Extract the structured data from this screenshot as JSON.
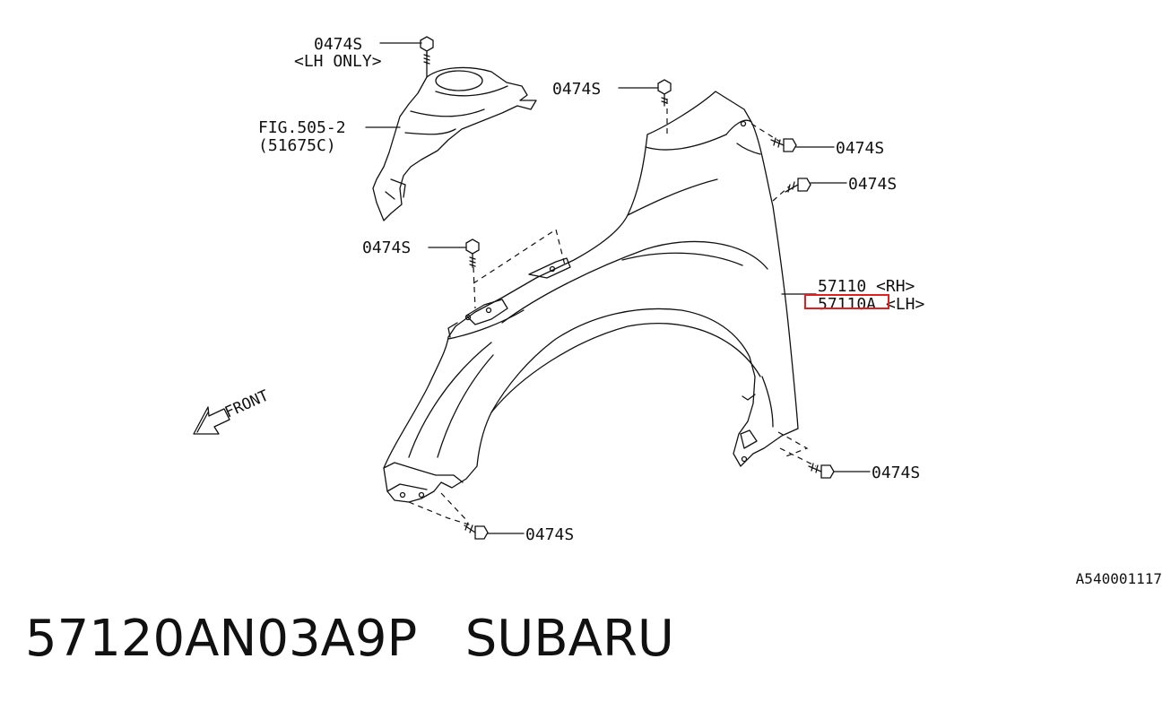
{
  "diagram": {
    "callouts": {
      "bolt_top_left": "0474S",
      "bolt_top_left_note": "<LH ONLY>",
      "fig_ref": "FIG.505-2",
      "fig_ref_part": "(51675C)",
      "bolt_top_center": "0474S",
      "bolt_right_upper": "0474S",
      "bolt_right_middle": "0474S",
      "bolt_left_middle": "0474S",
      "part_rh": "57110 <RH>",
      "part_lh_code": "57110A",
      "part_lh_side": "<LH>",
      "bolt_bottom_right": "0474S",
      "bolt_bottom_left": "0474S",
      "front_label": "FRONT"
    },
    "highlight_color": "#e02020",
    "reference_code": "A540001117"
  },
  "caption": {
    "part_number": "57120AN03A9P",
    "brand": "SUBARU"
  }
}
